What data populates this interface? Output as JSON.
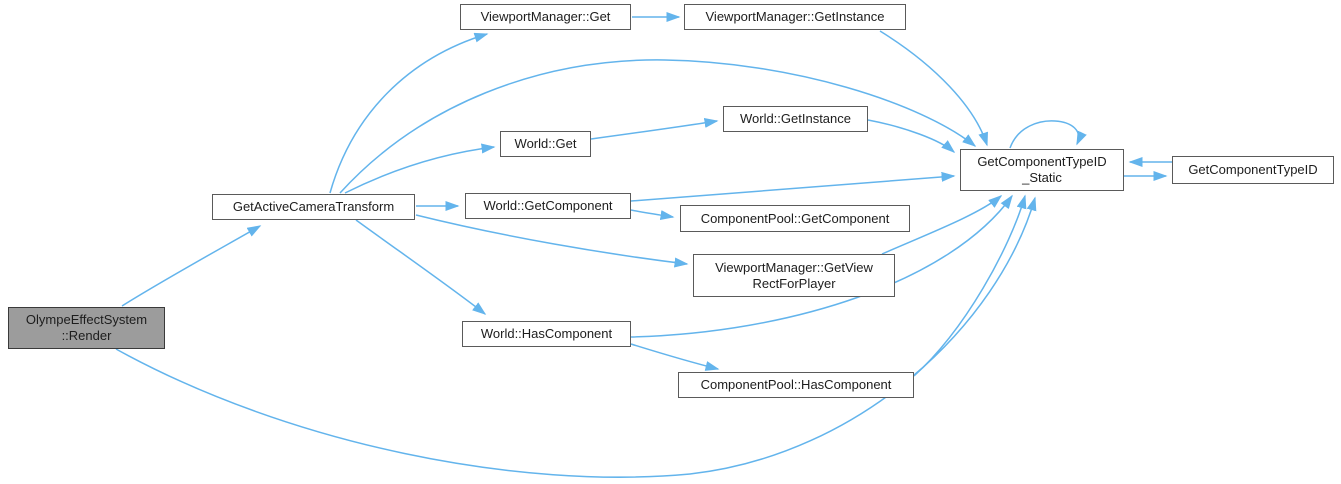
{
  "diagram": {
    "type": "call-graph",
    "colors": {
      "edge": "#63b4ec",
      "node_fill": "#ffffff",
      "node_border": "#5a5a5a",
      "highlight_fill": "#9c9c9c",
      "highlight_border": "#3a3a3a",
      "text": "#1d1d1d"
    },
    "nodes": {
      "render": {
        "label": "OlympeEffectSystem::Render",
        "lines": [
          "OlympeEffectSystem",
          "::Render"
        ],
        "highlighted": true
      },
      "gact": {
        "label": "GetActiveCameraTransform",
        "lines": [
          "GetActiveCameraTransform"
        ],
        "highlighted": false
      },
      "vm_get": {
        "label": "ViewportManager::Get",
        "lines": [
          "ViewportManager::Get"
        ],
        "highlighted": false
      },
      "vm_getinstance": {
        "label": "ViewportManager::GetInstance",
        "lines": [
          "ViewportManager::GetInstance"
        ],
        "highlighted": false
      },
      "world_get": {
        "label": "World::Get",
        "lines": [
          "World::Get"
        ],
        "highlighted": false
      },
      "world_getinstance": {
        "label": "World::GetInstance",
        "lines": [
          "World::GetInstance"
        ],
        "highlighted": false
      },
      "world_getcomponent": {
        "label": "World::GetComponent",
        "lines": [
          "World::GetComponent"
        ],
        "highlighted": false
      },
      "cp_getcomponent": {
        "label": "ComponentPool::GetComponent",
        "lines": [
          "ComponentPool::GetComponent"
        ],
        "highlighted": false
      },
      "vm_getviewrect": {
        "label": "ViewportManager::GetViewRectForPlayer",
        "lines": [
          "ViewportManager::GetView",
          "RectForPlayer"
        ],
        "highlighted": false
      },
      "world_hascomponent": {
        "label": "World::HasComponent",
        "lines": [
          "World::HasComponent"
        ],
        "highlighted": false
      },
      "cp_hascomponent": {
        "label": "ComponentPool::HasComponent",
        "lines": [
          "ComponentPool::HasComponent"
        ],
        "highlighted": false
      },
      "gctid_static": {
        "label": "GetComponentTypeID_Static",
        "lines": [
          "GetComponentTypeID",
          "_Static"
        ],
        "highlighted": false
      },
      "gctid": {
        "label": "GetComponentTypeID",
        "lines": [
          "GetComponentTypeID"
        ],
        "highlighted": false
      }
    },
    "edges": [
      {
        "from": "OlympeEffectSystem::Render",
        "to": "GetActiveCameraTransform"
      },
      {
        "from": "OlympeEffectSystem::Render",
        "to": "GetComponentTypeID_Static"
      },
      {
        "from": "GetActiveCameraTransform",
        "to": "ViewportManager::Get"
      },
      {
        "from": "GetActiveCameraTransform",
        "to": "World::Get"
      },
      {
        "from": "GetActiveCameraTransform",
        "to": "World::GetComponent"
      },
      {
        "from": "GetActiveCameraTransform",
        "to": "ViewportManager::GetViewRectForPlayer"
      },
      {
        "from": "GetActiveCameraTransform",
        "to": "World::HasComponent"
      },
      {
        "from": "GetActiveCameraTransform",
        "to": "GetComponentTypeID_Static"
      },
      {
        "from": "ViewportManager::Get",
        "to": "ViewportManager::GetInstance"
      },
      {
        "from": "ViewportManager::GetInstance",
        "to": "GetComponentTypeID_Static"
      },
      {
        "from": "World::Get",
        "to": "World::GetInstance"
      },
      {
        "from": "World::GetInstance",
        "to": "GetComponentTypeID_Static"
      },
      {
        "from": "World::GetComponent",
        "to": "ComponentPool::GetComponent"
      },
      {
        "from": "World::GetComponent",
        "to": "GetComponentTypeID_Static"
      },
      {
        "from": "ViewportManager::GetViewRectForPlayer",
        "to": "GetComponentTypeID_Static"
      },
      {
        "from": "World::HasComponent",
        "to": "ComponentPool::HasComponent"
      },
      {
        "from": "World::HasComponent",
        "to": "GetComponentTypeID_Static"
      },
      {
        "from": "ComponentPool::HasComponent",
        "to": "GetComponentTypeID_Static"
      },
      {
        "from": "GetComponentTypeID_Static",
        "to": "GetComponentTypeID_Static"
      },
      {
        "from": "GetComponentTypeID_Static",
        "to": "GetComponentTypeID"
      },
      {
        "from": "GetComponentTypeID",
        "to": "GetComponentTypeID_Static"
      }
    ]
  }
}
